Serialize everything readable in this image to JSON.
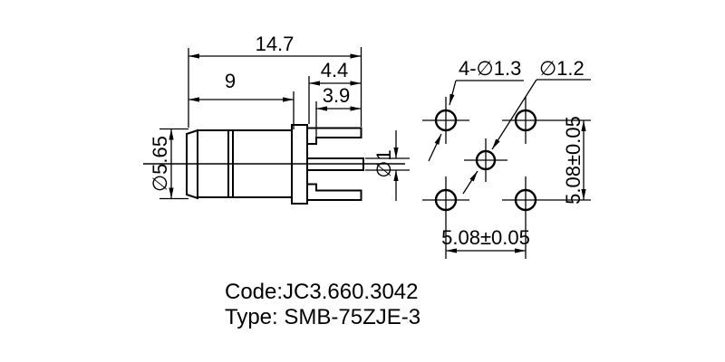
{
  "colors": {
    "ink": "#000000",
    "bg": "#ffffff"
  },
  "side_view": {
    "dim_total_length": "14.7",
    "dim_body_length": "9",
    "dim_tab_length": "4.4",
    "dim_leg_length": "3.9",
    "dim_body_diameter": "∅5.65",
    "dim_pin_diameter": "∅1"
  },
  "footprint_view": {
    "corner_holes_callout": "4-∅1.3",
    "center_hole_callout": "∅1.2",
    "dim_pitch_horizontal": "5.08±0.05",
    "dim_pitch_vertical": "5.08±0.05"
  },
  "title_block": {
    "code": "Code:JC3.660.3042",
    "type": "Type: SMB-75ZJE-3"
  }
}
